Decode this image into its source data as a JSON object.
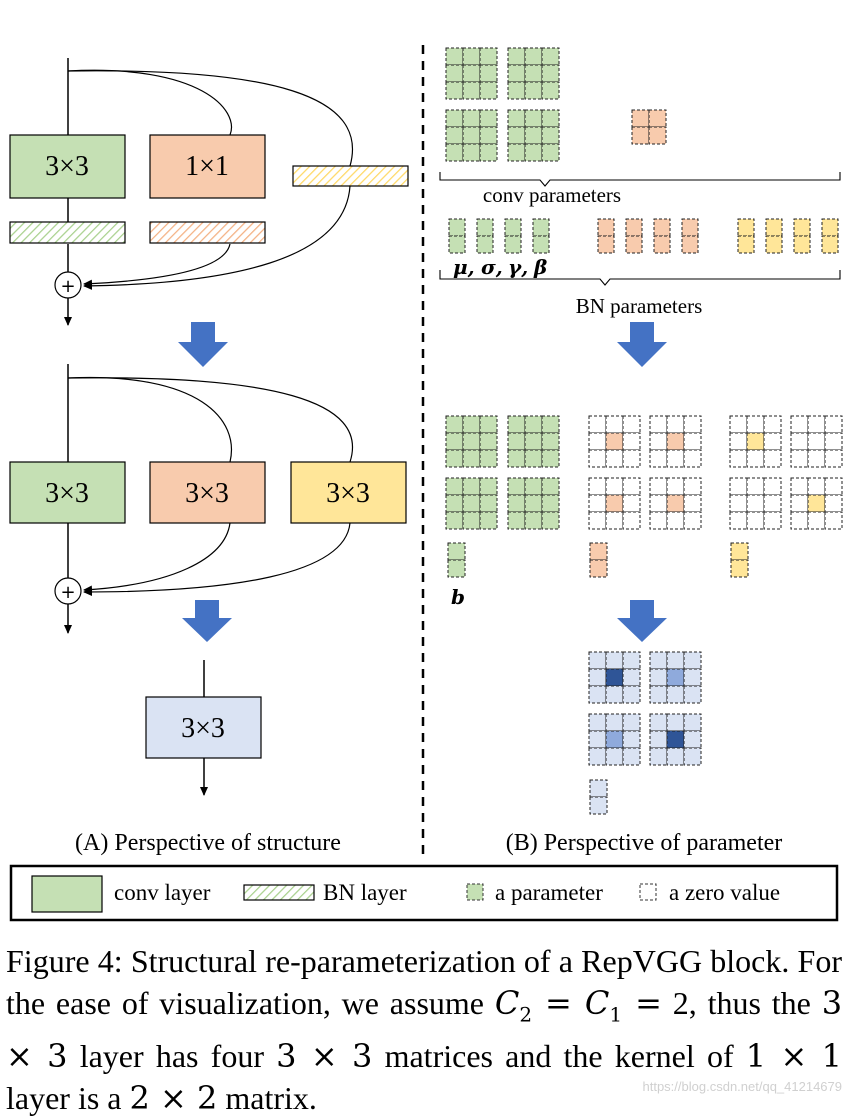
{
  "panelA": {
    "block_top": {
      "conv3": "3×3",
      "conv1": "1×1"
    },
    "block_bottom": {
      "conv_a": "3×3",
      "conv_b": "3×3",
      "conv_c": "3×3"
    },
    "final": "3×3",
    "sum_symbol": "+",
    "label": "(A) Perspective of structure"
  },
  "panelB": {
    "conv_params_label": "conv parameters",
    "bn_symbols": [
      "μ,",
      "σ,",
      "γ,",
      "β"
    ],
    "bn_params_label": "BN parameters",
    "bias_label": "b",
    "label": "(B) Perspective of parameter"
  },
  "legend": {
    "conv_layer": "conv layer",
    "bn_layer": "BN layer",
    "parameter": "a parameter",
    "zero_value": "a zero value"
  },
  "caption": {
    "p1": "Figure 4:  Structural re-parameterization of a RepVGG block. For the ease of visualization, we assume ",
    "m1": "C",
    "s1": "2",
    "m2": " = C",
    "s2": "1",
    "m3": " =",
    "p2": "2, thus the ",
    "m4": "3 × 3",
    "p3": " layer has four ",
    "m5": "3 × 3",
    "p4": " matrices and the kernel of ",
    "m6": "1 × 1",
    "p5": " layer is a ",
    "m7": "2 × 2",
    "p6": " matrix."
  },
  "watermark": "https://blog.csdn.net/qq_41214679",
  "colors": {
    "green": "#c5e0b4",
    "orange": "#f8cbad",
    "yellow": "#ffe699",
    "blue_fill": "#dae3f3",
    "blue_mid": "#8faadc",
    "blue_dark": "#2f5597",
    "arrow_blue": "#4472c4"
  }
}
